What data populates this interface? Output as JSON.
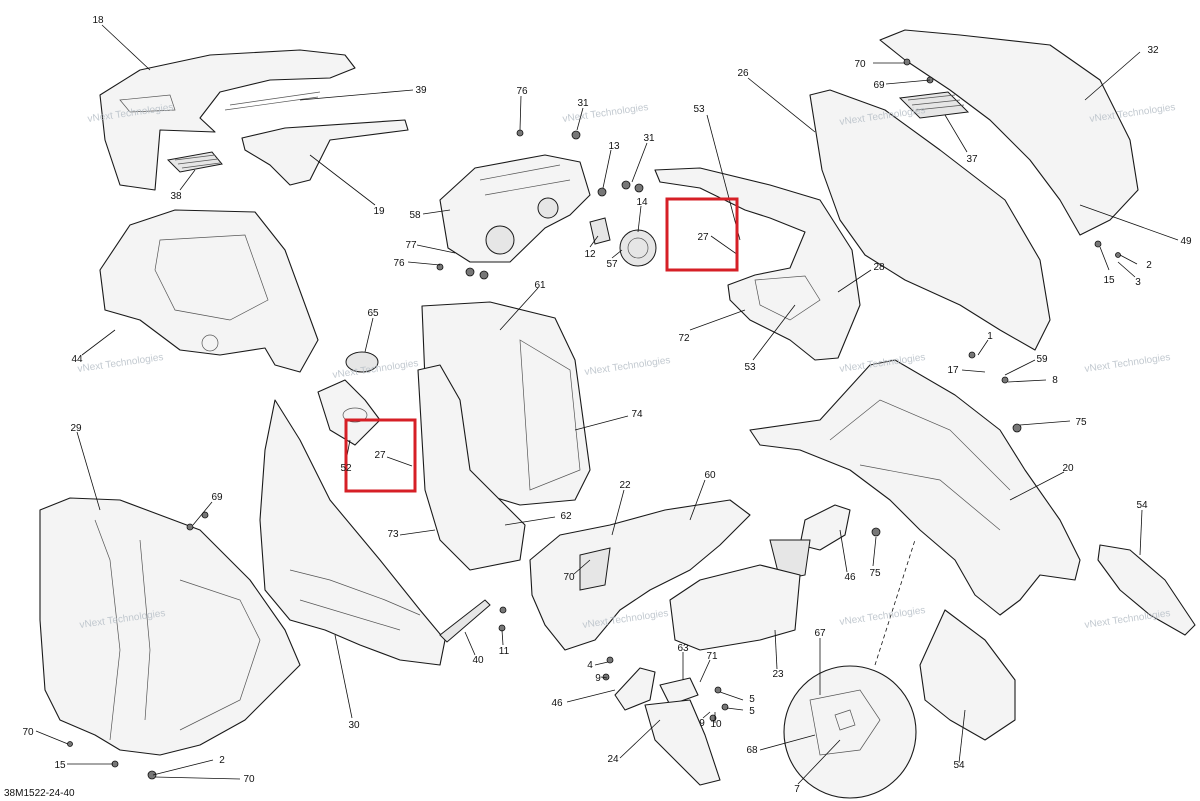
{
  "document": {
    "reference": "38M1522-24-40"
  },
  "watermark": "vNext Technologies",
  "callouts": [
    {
      "id": "18",
      "label": "18"
    },
    {
      "id": "39",
      "label": "39"
    },
    {
      "id": "38",
      "label": "38"
    },
    {
      "id": "19",
      "label": "19"
    },
    {
      "id": "44",
      "label": "44"
    },
    {
      "id": "76a",
      "label": "76"
    },
    {
      "id": "31a",
      "label": "31"
    },
    {
      "id": "13",
      "label": "13"
    },
    {
      "id": "31b",
      "label": "31"
    },
    {
      "id": "14",
      "label": "14"
    },
    {
      "id": "58",
      "label": "58"
    },
    {
      "id": "77",
      "label": "77"
    },
    {
      "id": "76b",
      "label": "76"
    },
    {
      "id": "12",
      "label": "12"
    },
    {
      "id": "57",
      "label": "57"
    },
    {
      "id": "53a",
      "label": "53"
    },
    {
      "id": "27a",
      "label": "27"
    },
    {
      "id": "72",
      "label": "72"
    },
    {
      "id": "53b",
      "label": "53"
    },
    {
      "id": "28",
      "label": "28"
    },
    {
      "id": "26",
      "label": "26"
    },
    {
      "id": "70a",
      "label": "70"
    },
    {
      "id": "69a",
      "label": "69"
    },
    {
      "id": "32",
      "label": "32"
    },
    {
      "id": "37",
      "label": "37"
    },
    {
      "id": "49",
      "label": "49"
    },
    {
      "id": "2a",
      "label": "2"
    },
    {
      "id": "15a",
      "label": "15"
    },
    {
      "id": "3",
      "label": "3"
    },
    {
      "id": "61",
      "label": "61"
    },
    {
      "id": "65",
      "label": "65"
    },
    {
      "id": "74",
      "label": "74"
    },
    {
      "id": "52",
      "label": "52"
    },
    {
      "id": "27b",
      "label": "27"
    },
    {
      "id": "1",
      "label": "1"
    },
    {
      "id": "59",
      "label": "59"
    },
    {
      "id": "17",
      "label": "17"
    },
    {
      "id": "8",
      "label": "8"
    },
    {
      "id": "75a",
      "label": "75"
    },
    {
      "id": "29",
      "label": "29"
    },
    {
      "id": "69b",
      "label": "69"
    },
    {
      "id": "73",
      "label": "73"
    },
    {
      "id": "62",
      "label": "62"
    },
    {
      "id": "22",
      "label": "22"
    },
    {
      "id": "60",
      "label": "60"
    },
    {
      "id": "20",
      "label": "20"
    },
    {
      "id": "54a",
      "label": "54"
    },
    {
      "id": "46a",
      "label": "46"
    },
    {
      "id": "75b",
      "label": "75"
    },
    {
      "id": "70b",
      "label": "70"
    },
    {
      "id": "40",
      "label": "40"
    },
    {
      "id": "11",
      "label": "11"
    },
    {
      "id": "23",
      "label": "23"
    },
    {
      "id": "30",
      "label": "30"
    },
    {
      "id": "63",
      "label": "63"
    },
    {
      "id": "71",
      "label": "71"
    },
    {
      "id": "4",
      "label": "4"
    },
    {
      "id": "9a",
      "label": "9"
    },
    {
      "id": "46b",
      "label": "46"
    },
    {
      "id": "5a",
      "label": "5"
    },
    {
      "id": "9b",
      "label": "9"
    },
    {
      "id": "10",
      "label": "10"
    },
    {
      "id": "5b",
      "label": "5"
    },
    {
      "id": "67",
      "label": "67"
    },
    {
      "id": "68",
      "label": "68"
    },
    {
      "id": "7",
      "label": "7"
    },
    {
      "id": "24",
      "label": "24"
    },
    {
      "id": "54b",
      "label": "54"
    },
    {
      "id": "70c",
      "label": "70"
    },
    {
      "id": "15b",
      "label": "15"
    },
    {
      "id": "2b",
      "label": "2"
    },
    {
      "id": "70d",
      "label": "70"
    }
  ],
  "highlights": [
    {
      "id": "hl-27-upper",
      "target": "27"
    },
    {
      "id": "hl-27-lower",
      "target": "27"
    }
  ],
  "colors": {
    "highlight": "#d61f26",
    "line": "#1a1a1a",
    "watermark": "#b8c0c8"
  }
}
